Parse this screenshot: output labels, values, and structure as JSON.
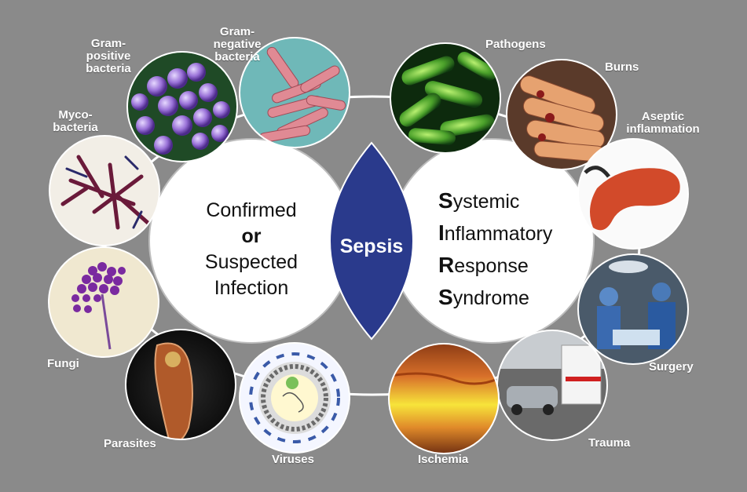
{
  "center": {
    "left_circle": {
      "line1": "Confirmed",
      "line2": "or",
      "line3": "Suspected",
      "line4": "Infection"
    },
    "lens_label": "Sepsis",
    "right_circle": {
      "lines": [
        {
          "cap": "S",
          "rest": "ystemic"
        },
        {
          "cap": "I",
          "rest": "nflammatory"
        },
        {
          "cap": "R",
          "rest": "esponse"
        },
        {
          "cap": "S",
          "rest": "yndrome"
        }
      ]
    }
  },
  "infection_labels": {
    "gram_positive": [
      "Gram-",
      "positive",
      "bacteria"
    ],
    "gram_negative": [
      "Gram-",
      "negative",
      "bacteria"
    ],
    "mycobacteria": [
      "Myco-",
      "bacteria"
    ],
    "fungi": "Fungi",
    "parasites": "Parasites",
    "viruses": "Viruses"
  },
  "sirs_labels": {
    "pathogens": "Pathogens",
    "burns": "Burns",
    "aseptic": [
      "Aseptic",
      "inflammation"
    ],
    "surgery": "Surgery",
    "trauma": "Trauma",
    "ischemia": "Ischemia"
  },
  "colors": {
    "background": "#8a8a8a",
    "lens": "#2a3a8c",
    "circle_fill": "#ffffff"
  }
}
